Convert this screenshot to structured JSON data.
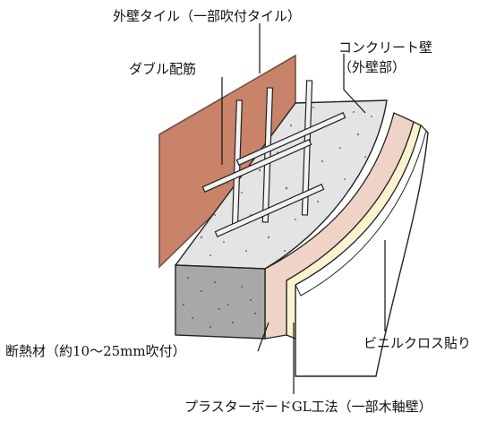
{
  "labels": {
    "exterior_tile": "外壁タイル（一部吹付タイル）",
    "concrete_wall_line1": "コンクリート壁",
    "concrete_wall_line2": "（外壁部）",
    "double_rebar": "ダブル配筋",
    "vinyl_cloth": "ビニルクロス貼り",
    "insulation": "断熱材（約10～25mm吹付）",
    "plasterboard": "プラスターボードGL工法（一部木軸壁）"
  },
  "colors": {
    "tile": "#c98368",
    "tile_grout": "#b5735a",
    "concrete_top": "#e4e4e4",
    "concrete_front": "#a8a8a8",
    "rebar": "#f2f2f2",
    "insulation": "#f0d3c7",
    "plasterboard": "#fbf3cf",
    "cloth": "#ffffff",
    "outline": "#222222"
  }
}
